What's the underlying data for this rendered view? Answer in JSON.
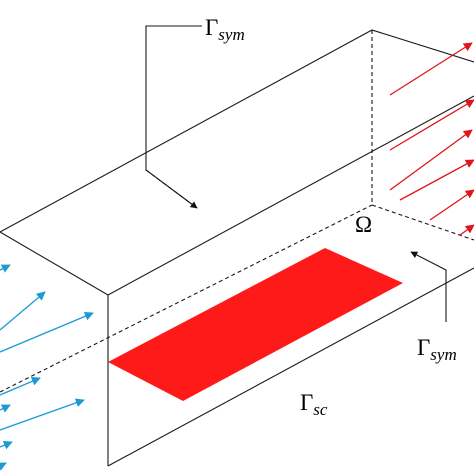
{
  "colors": {
    "outline": "#1a1a1a",
    "heated_patch": "#ff1a1a",
    "inflow_arrows": "#1b9ad6",
    "outflow_arrows": "#e0141a"
  },
  "labels": {
    "top_symmetry": {
      "symbol": "Γ",
      "subscript": "sym"
    },
    "side_symmetry": {
      "symbol": "Γ",
      "subscript": "sym"
    },
    "domain": {
      "symbol": "Ω"
    },
    "bottom_boundary": {
      "symbol": "Γ",
      "subscript": "sc"
    }
  },
  "inflow_arrow_count": 8,
  "outflow_arrow_count": 6
}
